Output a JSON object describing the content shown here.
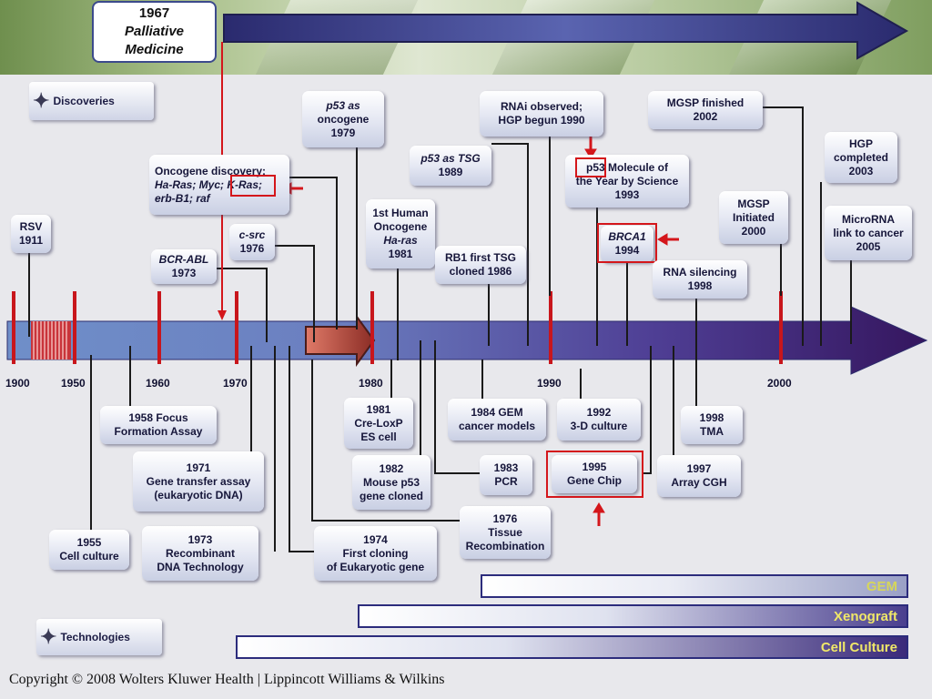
{
  "top": {
    "year": "1967",
    "line1": "Palliative",
    "line2": "Medicine"
  },
  "headers": {
    "discoveries": "Discoveries",
    "technologies": "Technologies"
  },
  "ticks": [
    "1900",
    "1950",
    "1960",
    "1970",
    "1980",
    "1990",
    "2000"
  ],
  "discoveries": {
    "rsv": [
      "RSV",
      "1911"
    ],
    "oncogene_title": "Oncogene discovery:",
    "oncogene_line2": "Ha-Ras; Myc; K-Ras;",
    "oncogene_line3": "erb-B1; raf",
    "bcr": [
      "BCR-ABL",
      "1973"
    ],
    "csrc": [
      "c-src",
      "1976"
    ],
    "p53onc": [
      "p53 as",
      "oncogene",
      "1979"
    ],
    "human1": [
      "1st Human",
      "Oncogene",
      "Ha-ras",
      "1981"
    ],
    "p53tsg": [
      "p53 as TSG",
      "1989"
    ],
    "rb1": [
      "RB1 first TSG",
      "cloned  1986"
    ],
    "rnai": [
      "RNAi observed;",
      "HGP begun 1990"
    ],
    "moly": [
      "p53 Molecule of",
      "the Year by Science",
      "1993"
    ],
    "brca": [
      "BRCA1",
      "1994"
    ],
    "rnasil": [
      "RNA silencing",
      "1998"
    ],
    "mgspf": [
      "MGSP finished",
      "2002"
    ],
    "mgspi": [
      "MGSP",
      "Initiated",
      "2000"
    ],
    "hgp": [
      "HGP",
      "completed",
      "2003"
    ],
    "mirna": [
      "MicroRNA",
      "link to cancer",
      "2005"
    ]
  },
  "technologies": {
    "focus": [
      "1958 Focus",
      "Formation Assay"
    ],
    "gene": [
      "1971",
      "Gene transfer assay",
      "(eukaryotic DNA)"
    ],
    "cell": [
      "1955",
      "Cell culture"
    ],
    "recomb": [
      "1973",
      "Recombinant",
      "DNA Technology"
    ],
    "first": [
      "1974",
      "First cloning",
      "of  Eukaryotic gene"
    ],
    "cre": [
      "1981",
      "Cre-LoxP",
      "ES cell"
    ],
    "mouse": [
      "1982",
      "Mouse p53",
      "gene cloned"
    ],
    "tissue": [
      "1976",
      "Tissue",
      "Recombination"
    ],
    "gem": [
      "1984 GEM",
      "cancer models"
    ],
    "pcr": [
      "1983",
      "PCR"
    ],
    "d3": [
      "1992",
      "3-D culture"
    ],
    "chip": [
      "1995",
      "Gene Chip"
    ],
    "tma": [
      "1998",
      "TMA"
    ],
    "cgh": [
      "1997",
      "Array CGH"
    ]
  },
  "bands": {
    "gem": "GEM",
    "xeno": "Xenograft",
    "culture": "Cell Culture"
  },
  "copyright": "Copyright © 2008 Wolters Kluwer Health | Lippincott Williams & Wilkins",
  "colors": {
    "accent_red": "#d4161b",
    "navy": "#2c2c7c",
    "timeline_end": "#3c1a6e"
  }
}
